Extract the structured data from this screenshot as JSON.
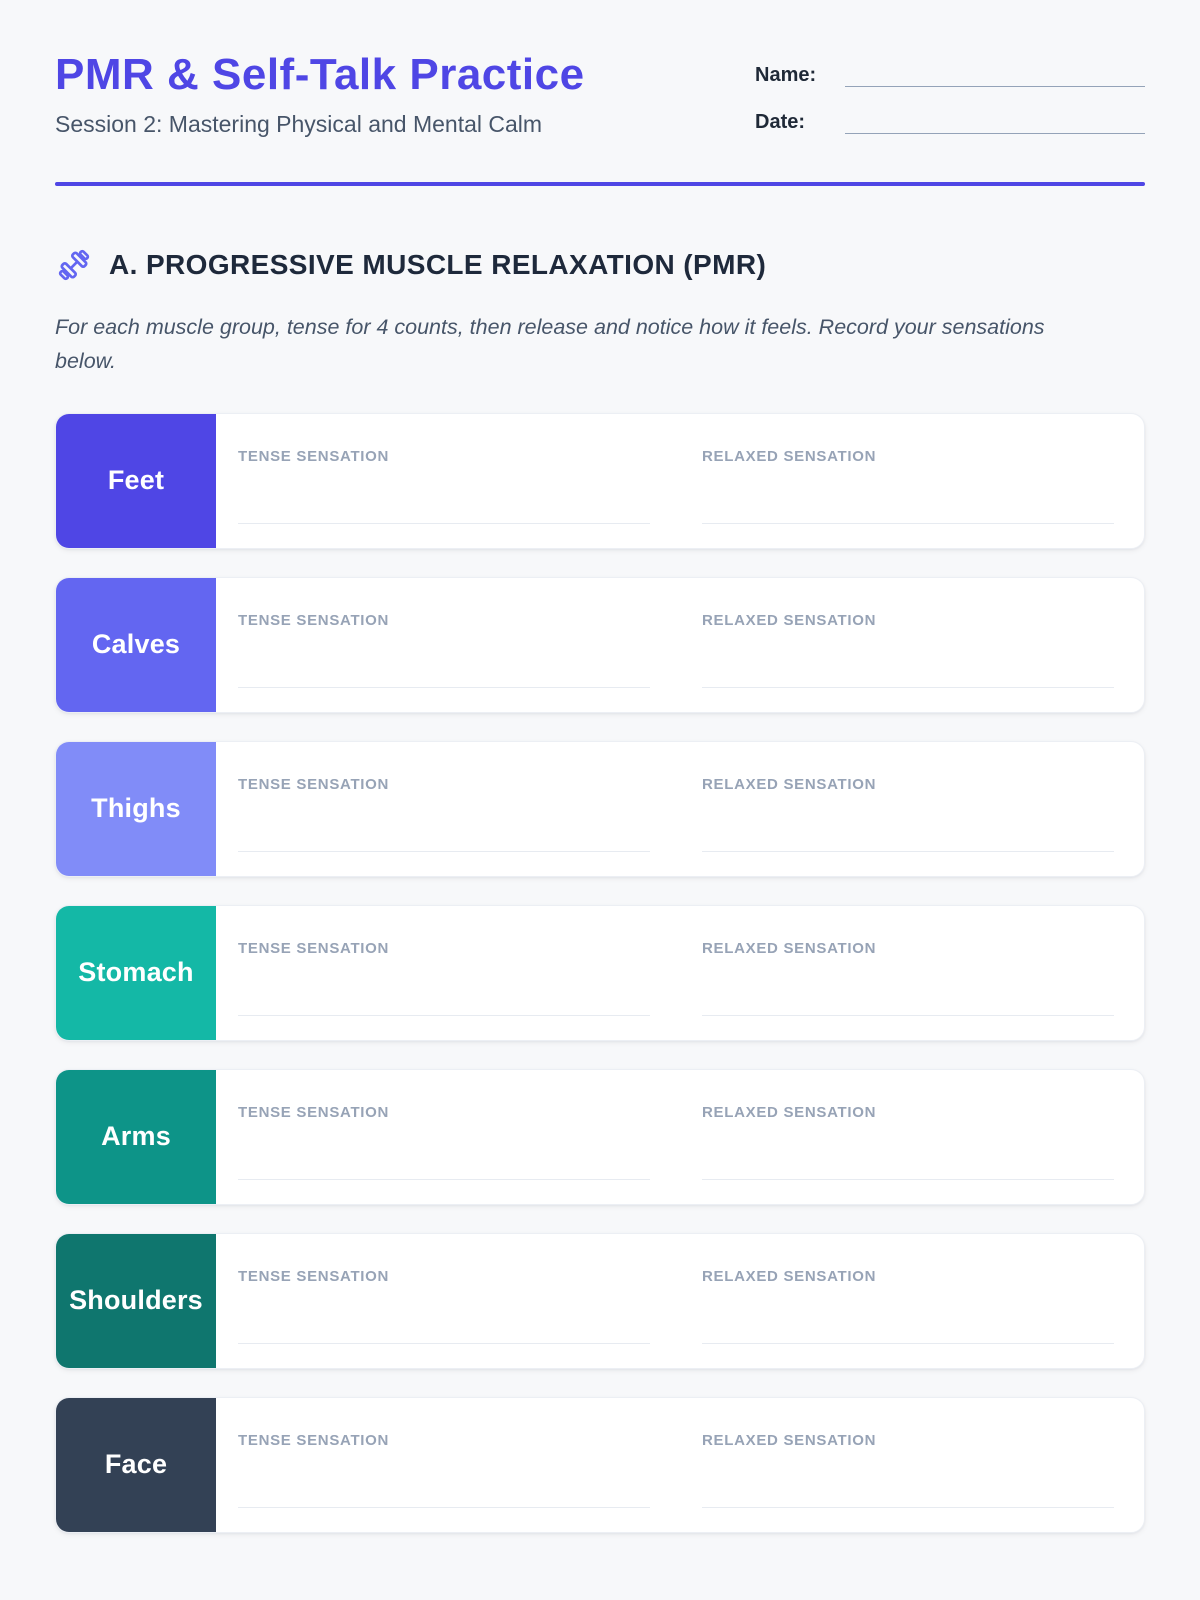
{
  "page": {
    "title": "PMR & Self-Talk Practice",
    "subtitle": "Session 2: Mastering Physical and Mental Calm",
    "name_label": "Name:",
    "date_label": "Date:"
  },
  "colors": {
    "accent": "#4f46e5",
    "icon": "#6366f1",
    "heading_text": "#1e293b",
    "muted_text": "#475569",
    "column_label": "#97a3b6",
    "page_background": "#f7f8fa"
  },
  "section_a": {
    "icon": "dumbbell-icon",
    "heading": "A. PROGRESSIVE MUSCLE RELAXATION (PMR)",
    "instructions": "For each muscle group, tense for 4 counts, then release and notice how it feels. Record your sensations below.",
    "column_labels": {
      "tense": "TENSE SENSATION",
      "relaxed": "RELAXED SENSATION"
    },
    "muscle_groups": [
      {
        "label": "Feet",
        "color": "#4f46e5"
      },
      {
        "label": "Calves",
        "color": "#6366f1"
      },
      {
        "label": "Thighs",
        "color": "#818cf8"
      },
      {
        "label": "Stomach",
        "color": "#14b8a6"
      },
      {
        "label": "Arms",
        "color": "#0d9488"
      },
      {
        "label": "Shoulders",
        "color": "#0f766e"
      },
      {
        "label": "Face",
        "color": "#334155"
      }
    ]
  }
}
